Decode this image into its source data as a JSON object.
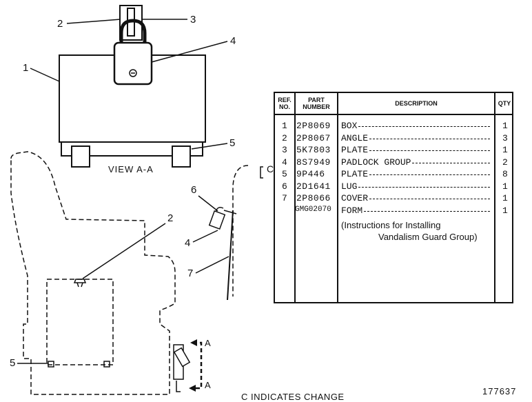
{
  "view_label": "VIEW A-A",
  "change_marker": "C",
  "change_note": "C INDICATES CHANGE",
  "figure_number": "177637",
  "section_arrow_label": "A",
  "callouts": {
    "view": [
      "1",
      "2",
      "3",
      "4",
      "5"
    ],
    "main": [
      "6",
      "4",
      "7",
      "2",
      "5"
    ]
  },
  "table": {
    "headers": {
      "ref": "REF. NO.",
      "part": "PART NUMBER",
      "description": "DESCRIPTION",
      "qty": "QTY"
    },
    "rows": [
      {
        "ref": "1",
        "part": "2P8069",
        "description": "BOX",
        "qty": "1"
      },
      {
        "ref": "2",
        "part": "2P8067",
        "description": "ANGLE",
        "qty": "3"
      },
      {
        "ref": "3",
        "part": "5K7803",
        "description": "PLATE",
        "qty": "1"
      },
      {
        "ref": "4",
        "part": "8S7949",
        "description": "PADLOCK GROUP",
        "qty": "2"
      },
      {
        "ref": "5",
        "part": "9P446",
        "description": "PLATE",
        "qty": "8"
      },
      {
        "ref": "6",
        "part": "2D1641",
        "description": "LUG",
        "qty": "1"
      },
      {
        "ref": "7",
        "part": "2P8066",
        "description": "COVER",
        "qty": "1"
      },
      {
        "ref": "",
        "part": "GMG02070",
        "description": "FORM",
        "qty": "1"
      }
    ],
    "form_note": [
      "(Instructions for Installing",
      "Vandalism Guard Group)"
    ]
  }
}
